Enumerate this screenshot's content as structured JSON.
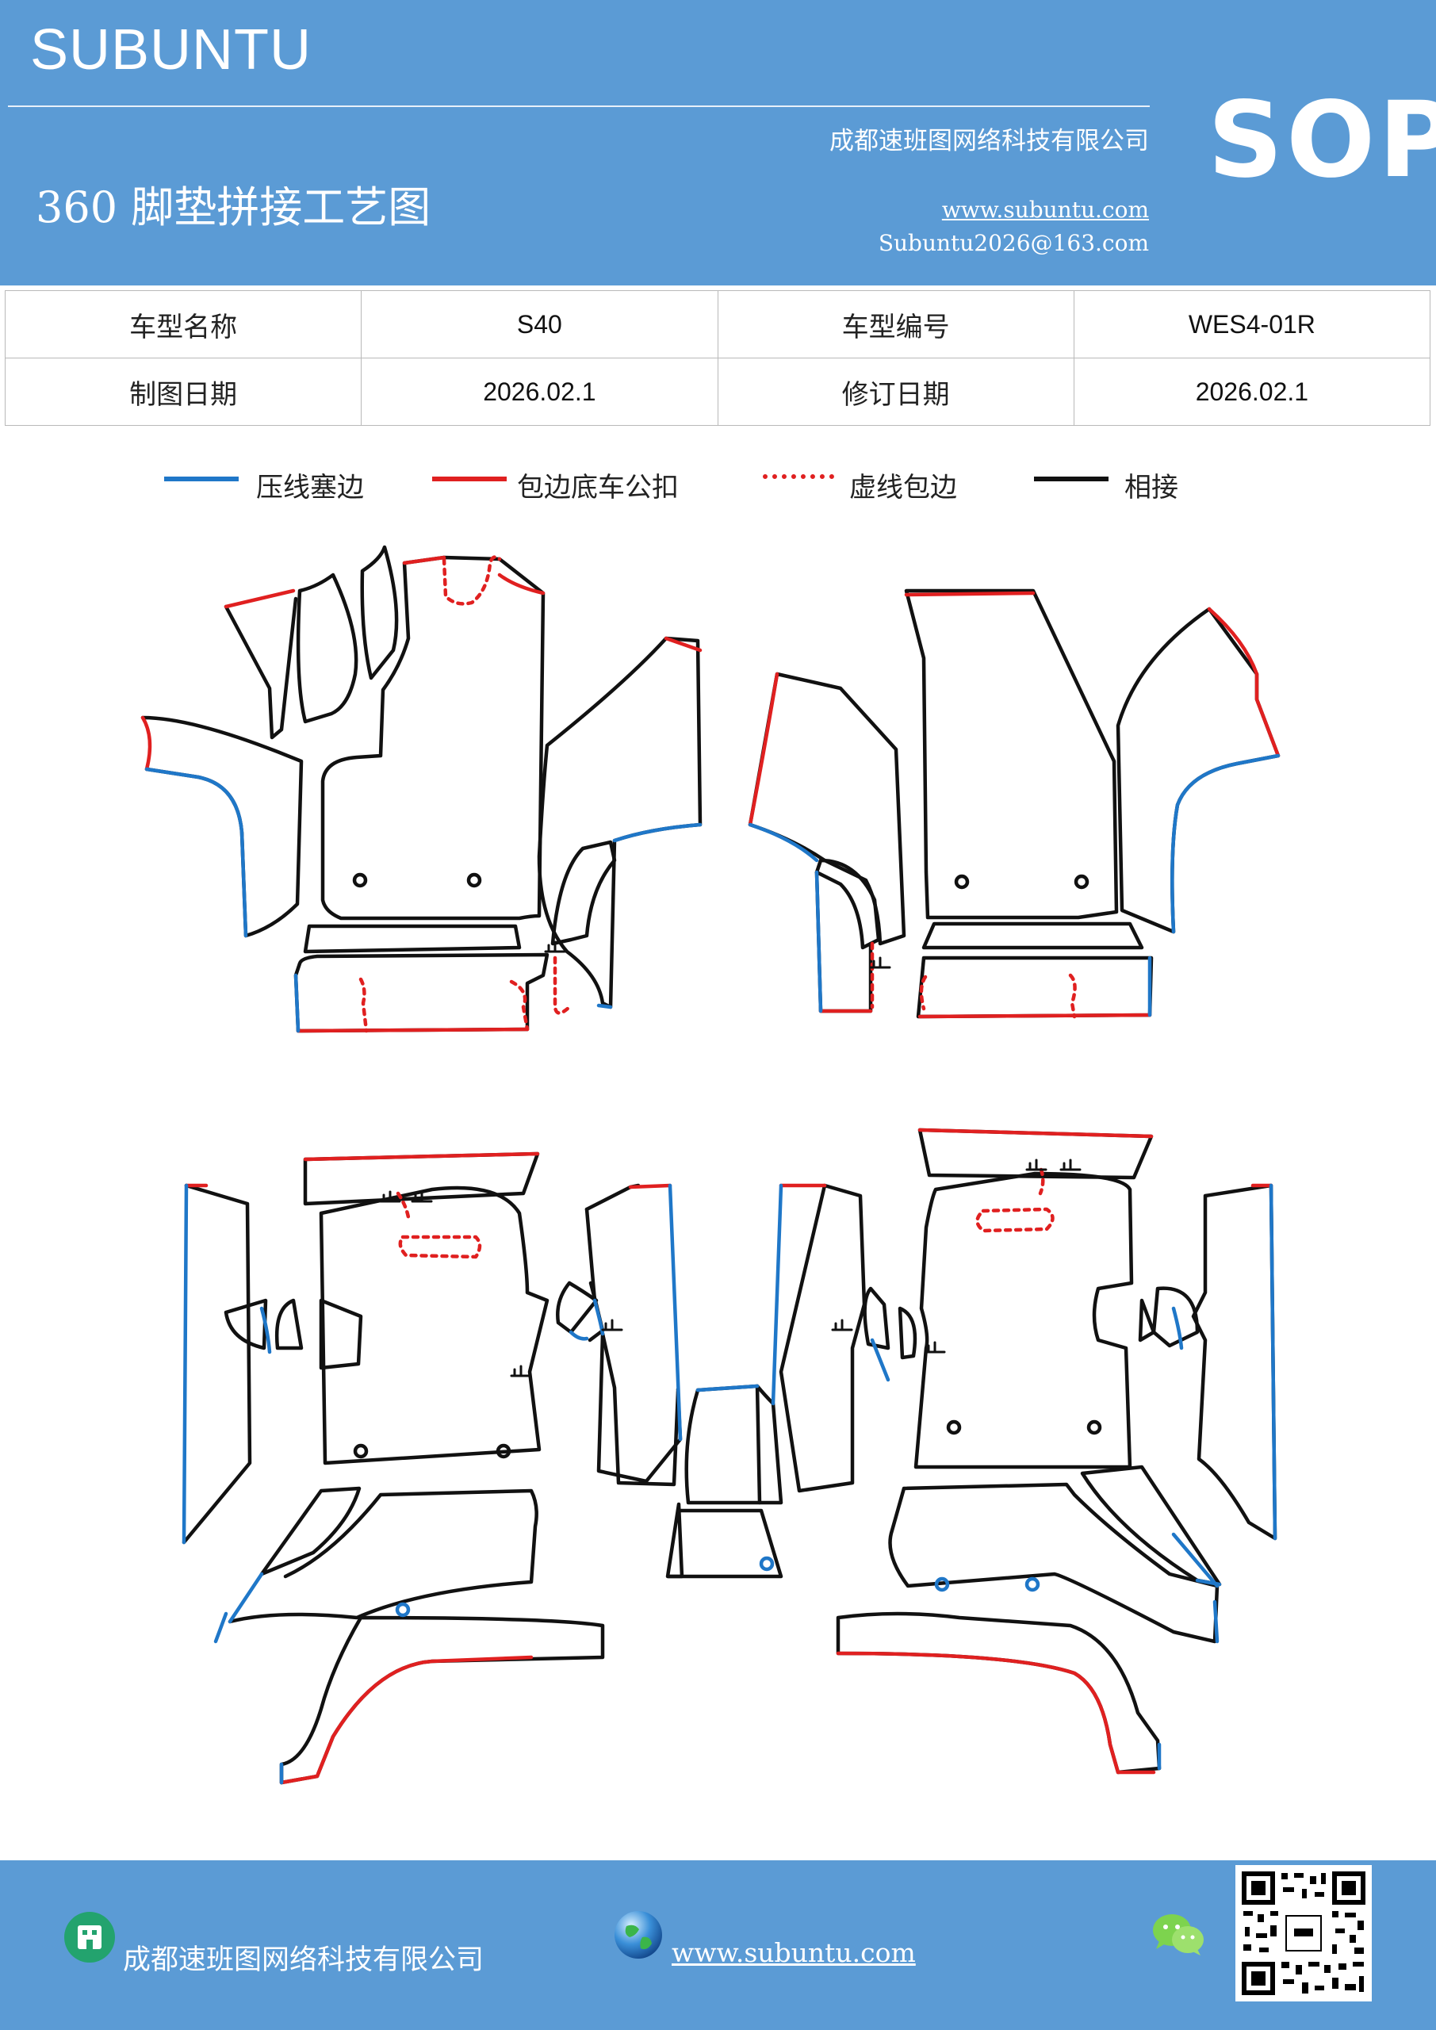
{
  "header": {
    "brand": "SUBUNTU",
    "company": "成都速班图网络科技有限公司",
    "title": "360 脚垫拼接工艺图",
    "website": "www.subuntu.com",
    "email": "Subuntu2026@163.com",
    "sop": "SOP"
  },
  "info": {
    "rows": [
      {
        "label1": "车型名称",
        "value1": "S40",
        "label2": "车型编号",
        "value2": "WES4-01R"
      },
      {
        "label1": "制图日期",
        "value1": "2026.02.1",
        "label2": "修订日期",
        "value2": "2026.02.1"
      }
    ]
  },
  "legend": [
    {
      "label": "压线塞边",
      "color": "#1f77c8",
      "style": "solid"
    },
    {
      "label": "包边底车公扣",
      "color": "#e02020",
      "style": "solid"
    },
    {
      "label": "虚线包边",
      "color": "#e02020",
      "style": "dotted"
    },
    {
      "label": "相接",
      "color": "#111111",
      "style": "solid"
    }
  ],
  "footer": {
    "company": "成都速班图网络科技有限公司",
    "website": "www.subuntu.com",
    "icons": [
      "building-icon",
      "globe-icon",
      "wechat-icon",
      "qr-code"
    ]
  }
}
